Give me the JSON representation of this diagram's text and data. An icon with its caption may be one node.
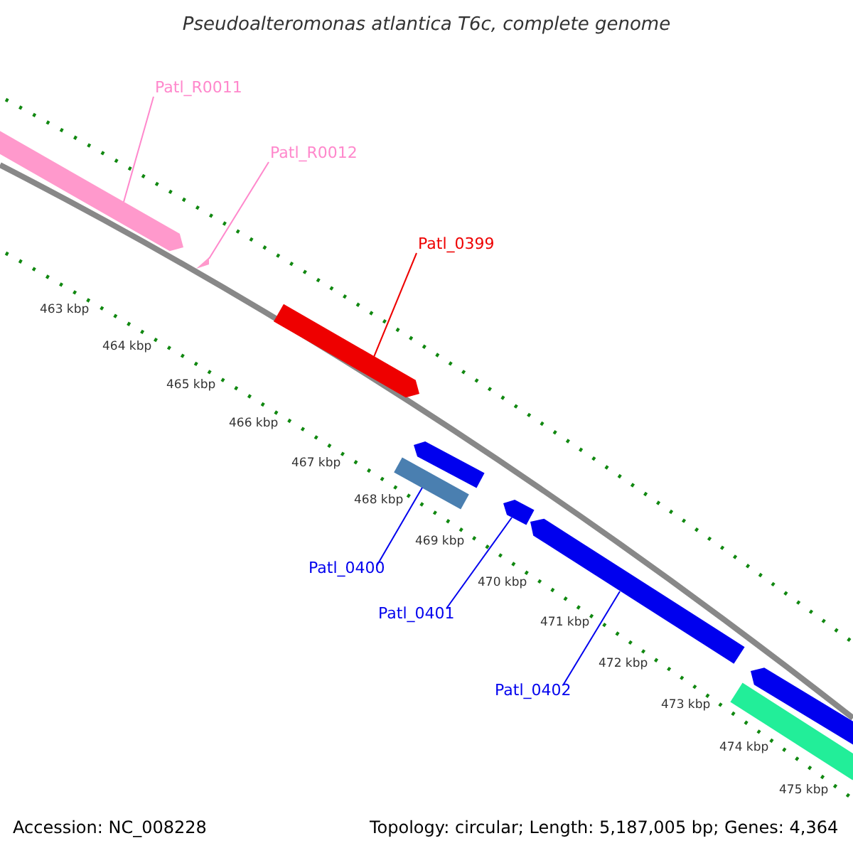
{
  "diagram": {
    "title": "Pseudoalteromonas atlantica T6c, complete genome",
    "nodes": [
      {
        "text": [
          "Patl_R0011"
        ]
      },
      {
        "text": [],
        "shape": "bar"
      },
      {
        "text": [
          "Patl_R0012"
        ]
      },
      {
        "text": [],
        "shape": "triangle"
      },
      {
        "text": [
          "Patl_0399"
        ]
      },
      {
        "text": [],
        "shape": "bar"
      },
      {
        "text": [
          "Patl_0400"
        ]
      },
      {
        "text": [],
        "shape": "bar"
      },
      {
        "text": [
          "Patl_0401"
        ]
      },
      {
        "text": [],
        "shape": "bar"
      },
      {
        "text": [
          "Patl_0402"
        ]
      },
      {
        "text": [],
        "shape": "bar"
      }
    ],
    "edges": [
      {
        "from": 0,
        "to": 1,
        "arrow": "none",
        "color": "#ff88cc"
      },
      {
        "from": 2,
        "to": 3,
        "arrow": "none",
        "color": "#ff88cc"
      },
      {
        "from": 4,
        "to": 5,
        "arrow": "none",
        "color": "#ee0000"
      },
      {
        "from": 6,
        "to": 7,
        "arrow": "none",
        "color": "#0000ee"
      },
      {
        "from": 8,
        "to": 9,
        "arrow": "none",
        "color": "#0000ee"
      },
      {
        "from": 10,
        "to": 11,
        "arrow": "none",
        "color": "#0000ee"
      }
    ],
    "labels": [
      "463 kbp",
      "464 kbp",
      "465 kbp",
      "466 kbp",
      "467 kbp",
      "468 kbp",
      "469 kbp",
      "470 kbp",
      "471 kbp",
      "472 kbp",
      "473 kbp",
      "474 kbp",
      "475 kbp",
      "Accession: NC_008228",
      "Topology: circular; Length: 5,187,005 bp; Genes: 4,364"
    ]
  }
}
